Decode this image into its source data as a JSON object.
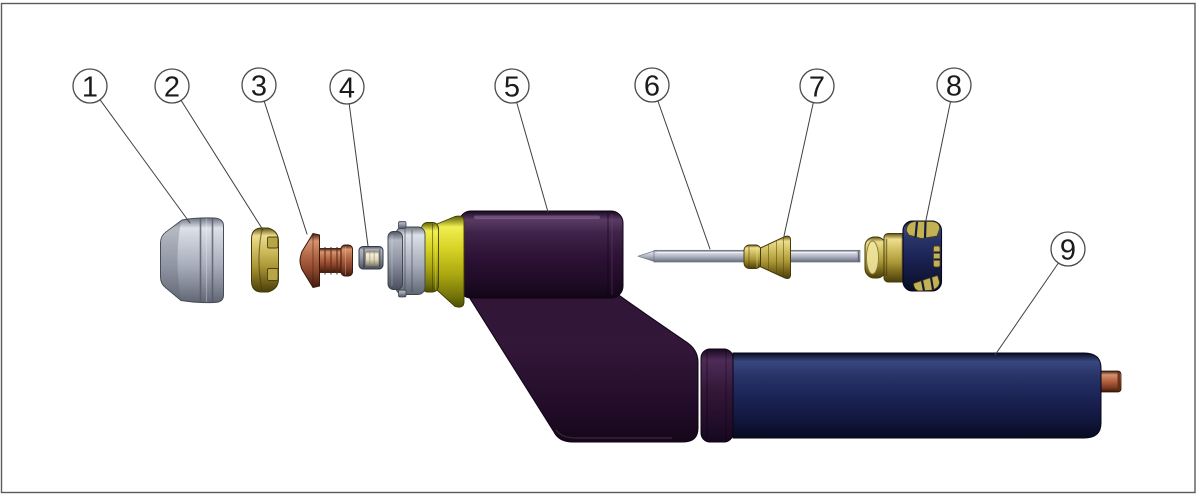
{
  "diagram": {
    "kind": "exploded-view-parts-diagram",
    "background": "#ffffff",
    "border_color": "#5a5a5a"
  },
  "callouts": [
    {
      "label": "1"
    },
    {
      "label": "2"
    },
    {
      "label": "3"
    },
    {
      "label": "4"
    },
    {
      "label": "5"
    },
    {
      "label": "6"
    },
    {
      "label": "7"
    },
    {
      "label": "8"
    },
    {
      "label": "9"
    }
  ],
  "colors": {
    "torch_body_purple": "#2c1134",
    "handle_navy": "#1a2253",
    "collar_yellow": "#d8d426",
    "brass": "#d5c467",
    "copper": "#b76c4a",
    "steel_gray": "#b2b8c4",
    "callout_stroke": "#4a4a4a",
    "leader_line": "#3f3f3f"
  }
}
